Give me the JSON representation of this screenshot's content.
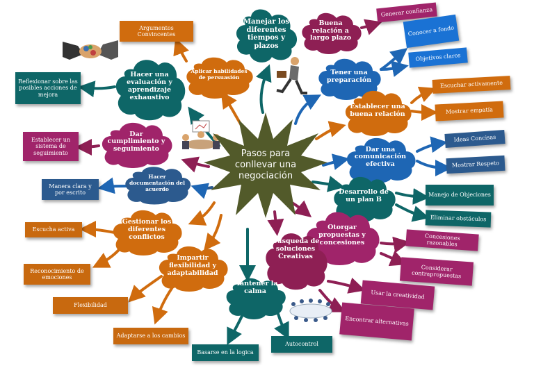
{
  "center": {
    "title": "Pasos para conllevar una negociación"
  },
  "nodes": [
    {
      "id": "manejar",
      "text": "Manejar los diferentes tiempos y plazos",
      "color": "#0e6667"
    },
    {
      "id": "buena-relacion-plazo",
      "text": "Buena relación a largo plazo",
      "color": "#8e1f54"
    },
    {
      "id": "tener-preparacion",
      "text": "Tener una preparación",
      "color": "#1e66b4"
    },
    {
      "id": "establecer-relacion",
      "text": "Establecer una buena relación",
      "color": "#d06c0e"
    },
    {
      "id": "comunicacion",
      "text": "Dar una comunicación efectiva",
      "color": "#1e66b4"
    },
    {
      "id": "plan-b",
      "text": "Desarrollo de un plan B",
      "color": "#0e6667"
    },
    {
      "id": "propuestas",
      "text": "Otorgar propuestas y concesiones",
      "color": "#a0246a"
    },
    {
      "id": "soluciones",
      "text": "Busqueda de soluciones Creativas",
      "color": "#8e1f54"
    },
    {
      "id": "calma",
      "text": "Mantener la calma",
      "color": "#0e6667"
    },
    {
      "id": "flexibilidad",
      "text": "Impartir flexibilidad y adaptabilidad",
      "color": "#d06c0e"
    },
    {
      "id": "conflictos",
      "text": "Gestionar los diferentes conflictos",
      "color": "#d06c0e"
    },
    {
      "id": "documentacion",
      "text": "Hacer documentación del acuerdo",
      "color": "#2c5a8e"
    },
    {
      "id": "cumplimiento",
      "text": "Dar cumplimiento y seguimiento",
      "color": "#a0246a"
    },
    {
      "id": "evaluacion",
      "text": "Hacer una evaluación y aprendizaje exhaustivo",
      "color": "#0e6667"
    },
    {
      "id": "persuasion",
      "text": "Aplicar habilidades de persuasión",
      "color": "#d06c0e"
    }
  ],
  "leaves": [
    {
      "id": "generar-confianza",
      "text": "Generar confianza"
    },
    {
      "id": "conocer-fondo",
      "text": "Conocer a fondo"
    },
    {
      "id": "objetivos-claros",
      "text": "Objetivos claros"
    },
    {
      "id": "escuchar",
      "text": "Escuchar activamente"
    },
    {
      "id": "empatia",
      "text": "Mostrar empatía"
    },
    {
      "id": "ideas-concisas",
      "text": "Ideas Concisas"
    },
    {
      "id": "respeto",
      "text": "Mostrar Respeto"
    },
    {
      "id": "objeciones",
      "text": "Manejo de Objeciones"
    },
    {
      "id": "obstaculos",
      "text": "Eliminar obstáculos"
    },
    {
      "id": "concesiones-razonables",
      "text": "Concesiones razonables"
    },
    {
      "id": "contrapropuestas",
      "text": "Considerar contrapropuestas"
    },
    {
      "id": "creatividad",
      "text": "Usar la creatividad"
    },
    {
      "id": "alternativas",
      "text": "Encontrar alternativas"
    },
    {
      "id": "autocontrol",
      "text": "Autocontrol"
    },
    {
      "id": "logica",
      "text": "Basarse en la logica"
    },
    {
      "id": "adaptarse",
      "text": "Adaptarse a los cambios"
    },
    {
      "id": "flex",
      "text": "Flexibilidad"
    },
    {
      "id": "emociones",
      "text": "Reconocimiento de emociones"
    },
    {
      "id": "escucha",
      "text": "Escucha activa"
    },
    {
      "id": "escrito",
      "text": "Manera clara y por escrito"
    },
    {
      "id": "sistema",
      "text": "Establecer un sistema de seguimiento"
    },
    {
      "id": "reflexionar",
      "text": "Reflexionar sobre las posibles acciones de mejora"
    },
    {
      "id": "argumentos",
      "text": "Argumentos Convincentes"
    }
  ]
}
